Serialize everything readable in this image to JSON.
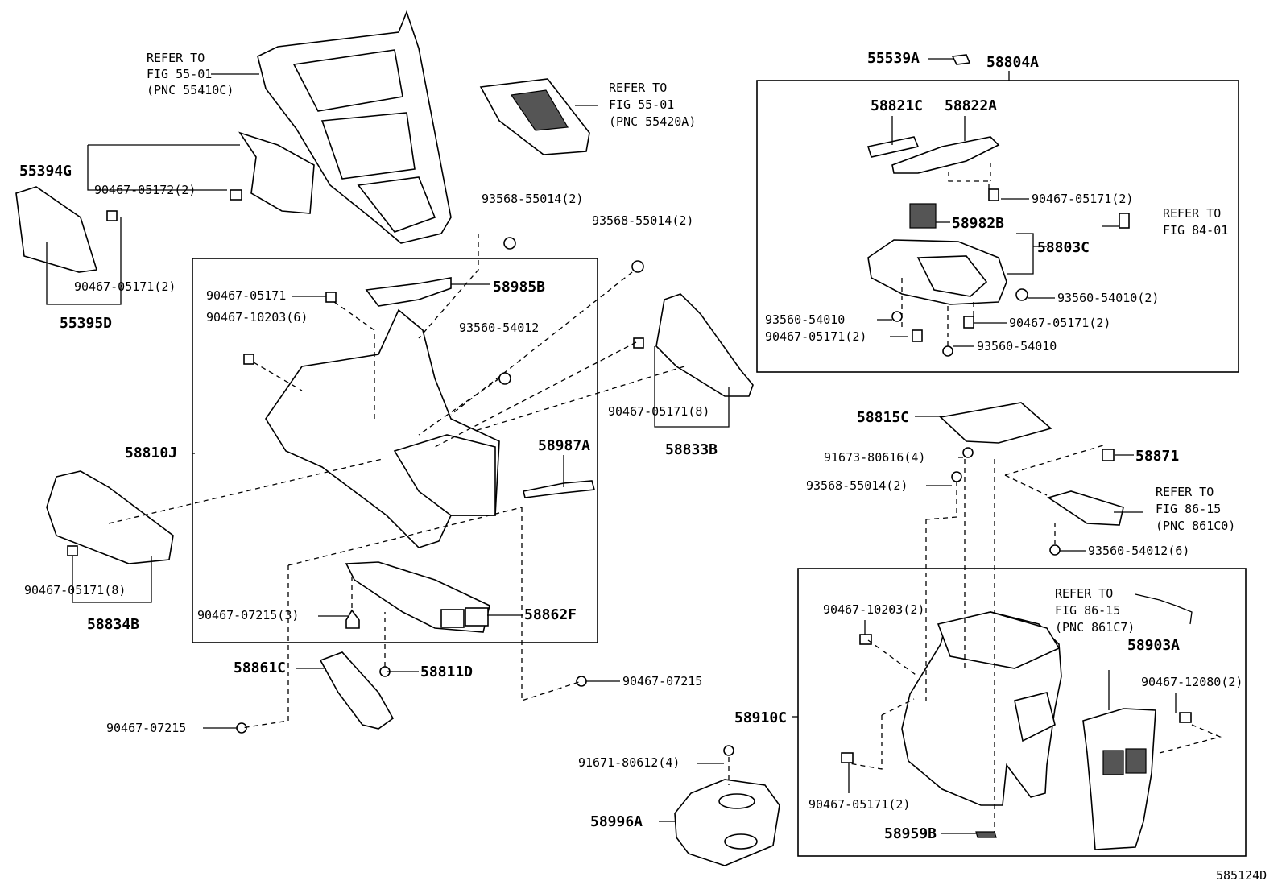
{
  "diagram_number": "585124D",
  "labels": {
    "refer_55410c": [
      "REFER TO",
      "FIG 55-01",
      "(PNC 55410C)"
    ],
    "refer_55420a": [
      "REFER TO",
      "FIG 55-01",
      "(PNC 55420A)"
    ],
    "refer_84": [
      "REFER TO",
      "FIG 84-01"
    ],
    "refer_861c0": [
      "REFER TO",
      "FIG 86-15",
      "(PNC 861C0)"
    ],
    "refer_861c7": [
      "REFER TO",
      "FIG 86-15",
      "(PNC 861C7)"
    ],
    "p55394g": "55394G",
    "p90467_05172_2": "90467-05172(2)",
    "p90467_05171_2_a": "90467-05171(2)",
    "p55395d": "55395D",
    "p93568_55014_2_a": "93568-55014(2)",
    "p93568_55014_2_b": "93568-55014(2)",
    "p90467_05171_a": "90467-05171",
    "p90467_10203_6": "90467-10203(6)",
    "p58985b": "58985B",
    "p93560_54012": "93560-54012",
    "p58810j": "58810J",
    "p58987a": "58987A",
    "p90467_05171_8_a": "90467-05171(8)",
    "p58833b": "58833B",
    "p90467_05171_8_b": "90467-05171(8)",
    "p58834b": "58834B",
    "p90467_07215_3": "90467-07215(3)",
    "p58862f": "58862F",
    "p58861c": "58861C",
    "p58811d": "58811D",
    "p90467_07215_a": "90467-07215",
    "p90467_07215_b": "90467-07215",
    "p91671_80612_4": "91671-80612(4)",
    "p58996a": "58996A",
    "p55539a": "55539A",
    "p58804a": "58804A",
    "p58821c": "58821C",
    "p58822a": "58822A",
    "p90467_05171_2_b": "90467-05171(2)",
    "p58982b": "58982B",
    "p58803c": "58803C",
    "p93560_54010_2": "93560-54010(2)",
    "p93560_54010_a": "93560-54010",
    "p90467_05171_2_c": "90467-05171(2)",
    "p90467_05171_2_d": "90467-05171(2)",
    "p93560_54010_b": "93560-54010",
    "p58815c": "58815C",
    "p91673_80616_4": "91673-80616(4)",
    "p93568_55014_2_c": "93568-55014(2)",
    "p58871": "58871",
    "p93560_54012_6": "93560-54012(6)",
    "p90467_10203_2": "90467-10203(2)",
    "p58903a": "58903A",
    "p90467_12080_2": "90467-12080(2)",
    "p58910c": "58910C",
    "p90467_05171_2_e": "90467-05171(2)",
    "p58959b": "58959B"
  }
}
